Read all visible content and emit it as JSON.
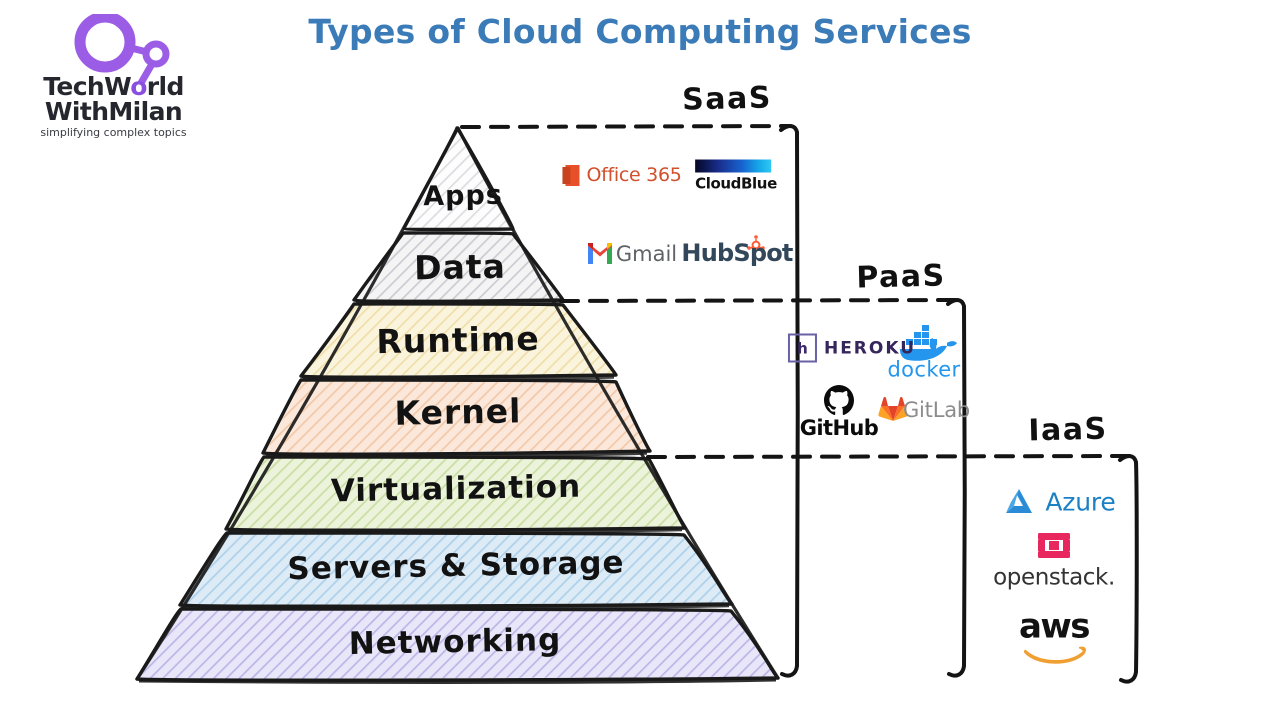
{
  "logo": {
    "name_line1": "TechW",
    "name_line1_hl": "o",
    "name_line1_end": "rld",
    "name_line2": "WithMilan",
    "tagline": "simplifying complex topics",
    "mark": "node-network-icon",
    "brand_color": "#8b4fe0"
  },
  "header": {
    "title": "Types of Cloud Computing Services",
    "title_color": "#3b7cb8"
  },
  "pyramid": {
    "layers": [
      {
        "label": "Apps",
        "fill": "#fbfbfb",
        "hatch": "#c9cbd0",
        "font_size": 27
      },
      {
        "label": "Data",
        "fill": "#f3f3f4",
        "hatch": "#a9acb3",
        "font_size": 32
      },
      {
        "label": "Runtime",
        "fill": "#fbf3da",
        "hatch": "#e3c878",
        "font_size": 32
      },
      {
        "label": "Kernel",
        "fill": "#fbe6d6",
        "hatch": "#e8a877",
        "font_size": 32
      },
      {
        "label": "Virtualization",
        "fill": "#eaf2d8",
        "hatch": "#a9c66c",
        "font_size": 30
      },
      {
        "label": "Servers & Storage",
        "fill": "#dceaf5",
        "hatch": "#7fb4dc",
        "font_size": 30
      },
      {
        "label": "Networking",
        "fill": "#e6e4f7",
        "hatch": "#8d86d6",
        "font_size": 30
      }
    ],
    "outline_color": "#1a1a1a"
  },
  "categories": [
    {
      "id": "saas",
      "label": "SaaS"
    },
    {
      "id": "paas",
      "label": "PaaS"
    },
    {
      "id": "iaas",
      "label": "IaaS"
    }
  ],
  "brands": {
    "saas": [
      {
        "id": "office365",
        "name": "Office 365",
        "icon": "office-365-icon"
      },
      {
        "id": "cloudblue",
        "name": "CloudBlue",
        "icon": "cloudblue-gradient-bar-icon"
      },
      {
        "id": "gmail",
        "name": "Gmail",
        "icon": "gmail-envelope-icon"
      },
      {
        "id": "hubspot",
        "name": "HubSpot",
        "icon": "hubspot-sprocket-icon"
      }
    ],
    "paas": [
      {
        "id": "heroku",
        "name": "HEROKU",
        "icon": "heroku-icon",
        "mark": "h"
      },
      {
        "id": "docker",
        "name": "docker",
        "icon": "docker-whale-icon"
      },
      {
        "id": "github",
        "name": "GitHub",
        "icon": "github-octocat-icon"
      },
      {
        "id": "gitlab",
        "name": "GitLab",
        "icon": "gitlab-tanuki-icon"
      }
    ],
    "iaas": [
      {
        "id": "azure",
        "name": "Azure",
        "icon": "azure-a-icon"
      },
      {
        "id": "openstack",
        "name": "openstack.",
        "icon": "openstack-square-icon"
      },
      {
        "id": "aws",
        "name": "aws",
        "icon": "aws-smile-arrow-icon"
      }
    ]
  },
  "colors": {
    "title": "#3b7cb8",
    "ink": "#1a1a1a",
    "office": "#e8502a",
    "docker": "#2496ed",
    "azure": "#1b80c4",
    "openstack": "#e7275e",
    "aws_arrow": "#f3a films"
  }
}
